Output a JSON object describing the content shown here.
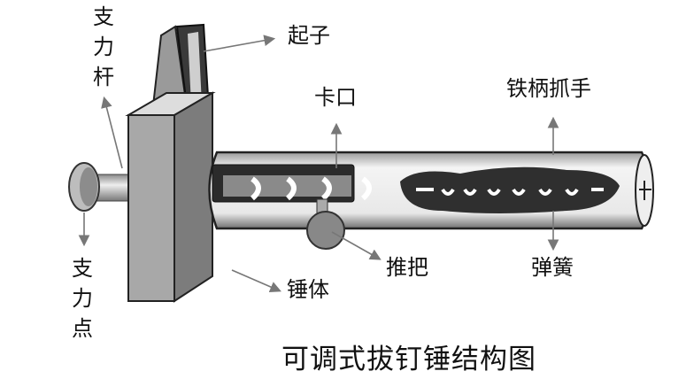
{
  "labels": {
    "support_rod": "支力杆",
    "screwdriver": "起子",
    "notch": "卡口",
    "iron_handle_grip": "铁柄抓手",
    "fulcrum": "支力点",
    "push_handle": "推把",
    "hammer_body": "锤体",
    "spring": "弹簧"
  },
  "title": "可调式拔钉锤结构图"
}
